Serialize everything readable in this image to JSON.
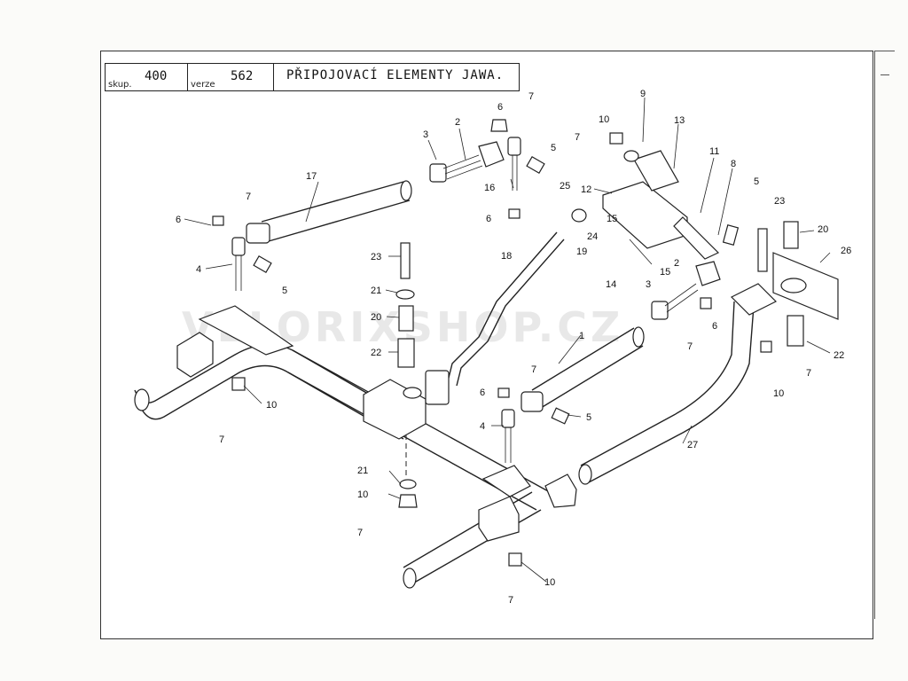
{
  "title_block": {
    "skup_label": "skup.",
    "skup_value": "400",
    "verze_label": "verze",
    "verze_value": "562",
    "title": "PŘIPOJOVACÍ ELEMENTY JAWA."
  },
  "watermark": "VELORIXSHOP.CZ",
  "callouts": [
    {
      "id": "c-2a",
      "text": "2"
    },
    {
      "id": "c-3a",
      "text": "3"
    },
    {
      "id": "c-6a",
      "text": "6"
    },
    {
      "id": "c-7a",
      "text": "7"
    },
    {
      "id": "c-5a",
      "text": "5"
    },
    {
      "id": "c-16",
      "text": "16"
    },
    {
      "id": "c-6b",
      "text": "6"
    },
    {
      "id": "c-17",
      "text": "17"
    },
    {
      "id": "c-7b",
      "text": "7"
    },
    {
      "id": "c-6c",
      "text": "6"
    },
    {
      "id": "c-4a",
      "text": "4"
    },
    {
      "id": "c-5b",
      "text": "5"
    },
    {
      "id": "c-10a",
      "text": "10"
    },
    {
      "id": "c-9",
      "text": "9"
    },
    {
      "id": "c-7c",
      "text": "7"
    },
    {
      "id": "c-13",
      "text": "13"
    },
    {
      "id": "c-11",
      "text": "11"
    },
    {
      "id": "c-8",
      "text": "8"
    },
    {
      "id": "c-12",
      "text": "12"
    },
    {
      "id": "c-25",
      "text": "25"
    },
    {
      "id": "c-15a",
      "text": "15"
    },
    {
      "id": "c-24",
      "text": "24"
    },
    {
      "id": "c-19",
      "text": "19"
    },
    {
      "id": "c-15b",
      "text": "15"
    },
    {
      "id": "c-14",
      "text": "14"
    },
    {
      "id": "c-5c",
      "text": "5"
    },
    {
      "id": "c-23a",
      "text": "23"
    },
    {
      "id": "c-20a",
      "text": "20"
    },
    {
      "id": "c-26",
      "text": "26"
    },
    {
      "id": "c-23b",
      "text": "23"
    },
    {
      "id": "c-18",
      "text": "18"
    },
    {
      "id": "c-21a",
      "text": "21"
    },
    {
      "id": "c-20b",
      "text": "20"
    },
    {
      "id": "c-22a",
      "text": "22"
    },
    {
      "id": "c-2b",
      "text": "2"
    },
    {
      "id": "c-3b",
      "text": "3"
    },
    {
      "id": "c-6d",
      "text": "6"
    },
    {
      "id": "c-7d",
      "text": "7"
    },
    {
      "id": "c-1",
      "text": "1"
    },
    {
      "id": "c-22b",
      "text": "22"
    },
    {
      "id": "c-10b",
      "text": "10"
    },
    {
      "id": "c-7e",
      "text": "7"
    },
    {
      "id": "c-7f",
      "text": "7"
    },
    {
      "id": "c-6e",
      "text": "6"
    },
    {
      "id": "c-4b",
      "text": "4"
    },
    {
      "id": "c-5d",
      "text": "5"
    },
    {
      "id": "c-10c",
      "text": "10"
    },
    {
      "id": "c-7g",
      "text": "7"
    },
    {
      "id": "c-27",
      "text": "27"
    },
    {
      "id": "c-21b",
      "text": "21"
    },
    {
      "id": "c-10d",
      "text": "10"
    },
    {
      "id": "c-7h",
      "text": "7"
    },
    {
      "id": "c-10e",
      "text": "10"
    },
    {
      "id": "c-7i",
      "text": "7"
    }
  ]
}
